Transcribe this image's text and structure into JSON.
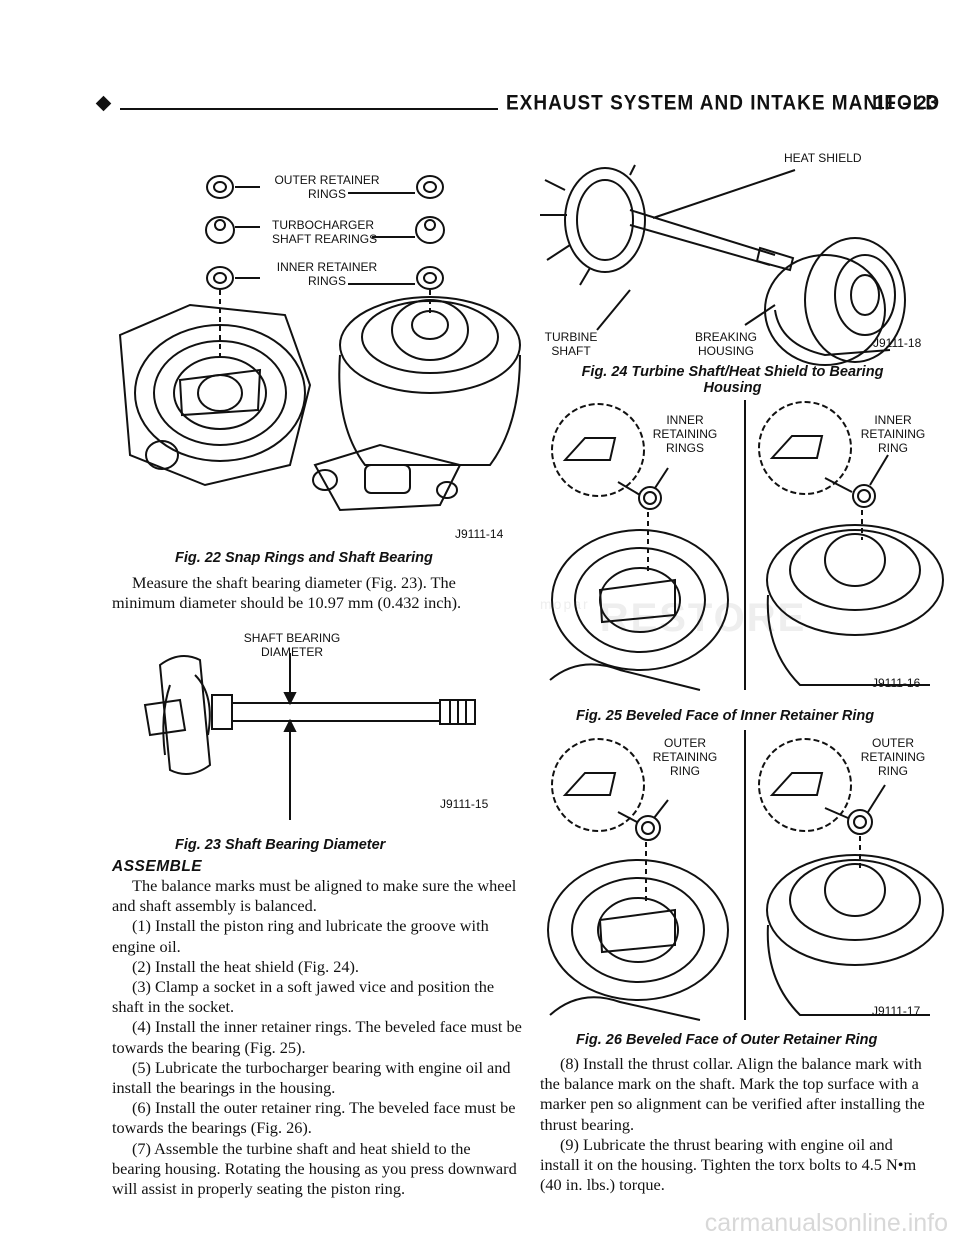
{
  "header": {
    "title": "EXHAUST SYSTEM AND INTAKE MANIFOLD",
    "page_number": "11 - 23"
  },
  "fig22": {
    "outer_retainer_rings": [
      "OUTER RETAINER",
      "RINGS"
    ],
    "turbocharger_bearings": [
      "TURBOCHARGER",
      "SHAFT REARINGS"
    ],
    "inner_retainer_rings": [
      "INNER RETAINER",
      "RINGS"
    ],
    "code": "J9111-14",
    "caption": "Fig. 22 Snap Rings and Shaft Bearing"
  },
  "intro_paragraph": "Measure the shaft bearing diameter (Fig. 23). The minimum diameter should be 10.97 mm (0.432 inch).",
  "fig23": {
    "label": [
      "SHAFT BEARING",
      "DIAMETER"
    ],
    "code": "J9111-15",
    "caption": "Fig. 23 Shaft Bearing Diameter"
  },
  "assemble": {
    "heading": "ASSEMBLE",
    "intro": "The balance marks must be aligned to make sure the wheel and shaft assembly is balanced.",
    "steps_left": [
      "(1) Install the piston ring and lubricate the groove with engine oil.",
      "(2) Install the heat shield (Fig. 24).",
      "(3) Clamp a socket in a soft jawed vice and position the shaft in the socket.",
      "(4) Install the inner retainer rings. The beveled face must be towards the bearing (Fig. 25).",
      "(5) Lubricate the turbocharger bearing with engine oil and install the bearings in the housing.",
      "(6) Install the outer retainer ring. The beveled face must be towards the bearings (Fig. 26).",
      "(7) Assemble the turbine shaft and heat shield to the bearing housing. Rotating the housing as you press downward will assist in properly seating the piston ring."
    ],
    "steps_right": [
      "(8) Install the thrust collar. Align the balance mark with the balance mark on the shaft. Mark the top surface with a marker pen so alignment can be verified after installing the thrust bearing.",
      "(9) Lubricate the thrust bearing with engine oil and install it on the housing. Tighten the torx bolts to 4.5 N•m (40 in. lbs.) torque."
    ]
  },
  "fig24": {
    "heat_shield": "HEAT SHIELD",
    "turbine_shaft": [
      "TURBINE",
      "SHAFT"
    ],
    "bearing_housing": [
      "BREAKING",
      "HOUSING"
    ],
    "code": "J9111-18",
    "caption_line1": "Fig. 24 Turbine Shaft/Heat Shield to Bearing",
    "caption_line2": "Housing"
  },
  "fig25": {
    "left_label": [
      "INNER",
      "RETAINING",
      "RINGS"
    ],
    "right_label": [
      "INNER",
      "RETAINING",
      "RING"
    ],
    "code": "J9111-16",
    "caption": "Fig. 25 Beveled Face of Inner Retainer Ring"
  },
  "fig26": {
    "left_label": [
      "OUTER",
      "RETAINING",
      "RING"
    ],
    "right_label": [
      "OUTER",
      "RETAINING",
      "RING"
    ],
    "code": "J9111-17",
    "caption": "Fig. 26 Beveled Face of Outer Retainer Ring"
  },
  "watermark": {
    "site": "carmanualsonline.info",
    "center_main": "RESTORE",
    "center_small": "mopar"
  }
}
